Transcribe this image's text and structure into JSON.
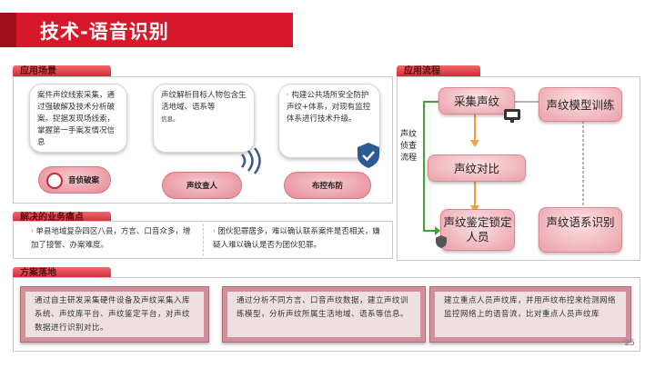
{
  "page_title": "技术-语音识别",
  "sections": {
    "scenes": "应用场景",
    "problems": "解决的业务痛点",
    "solution": "方案落地",
    "flow": "应用流程"
  },
  "scene_cards": [
    {
      "text": "案件声纹线索采集，通过强破解及技术分析破案。捉据发现场线索，掌握第一手案发情况信息"
    },
    {
      "text": "声纹解析目标人物包含生活地域、语系等",
      "small": "信息。"
    },
    {
      "text": "· 构建公共场所安全防护声纹+体系，对现有监控体系进行技术升级。"
    }
  ],
  "scene_pills": [
    "音侦破案",
    "声纹查人",
    "布控布防"
  ],
  "problems": [
    "· 单县地域复杂四区八县，方言、口音众多，增加了接警、办案难度。",
    "· 团伙犯罪居多，难以确认联系案件是否相关，嫌疑人难以确认是否为团伙犯罪。"
  ],
  "solutions": [
    "通过自主研发采集硬件设备及声纹采集入库系统、声纹库平台、声纹鉴定平台，对声纹数据进行识别对比。",
    "通过分析不同方言、口音声纹数据，建立声纹训练模型，分析声纹所属生活地域、语系等信息。",
    "建立重点人员声纹库，并用声纹布控来检测网络监控网络上的语音流，比对重点人员声纹库"
  ],
  "flow": {
    "side_label": "声纹侦查流程",
    "nodes": {
      "collect": "采集声纹",
      "compare": "声纹对比",
      "identify": "声纹鉴定锁定人员",
      "train": "声纹模型训练",
      "dialect": "声纹语系识别"
    }
  },
  "page_number": "25",
  "colors": {
    "title_red": "#d7182a",
    "pill_pink": "#e58a95",
    "flow_orange": "#f0a23c",
    "flow_green": "#3fa535"
  }
}
